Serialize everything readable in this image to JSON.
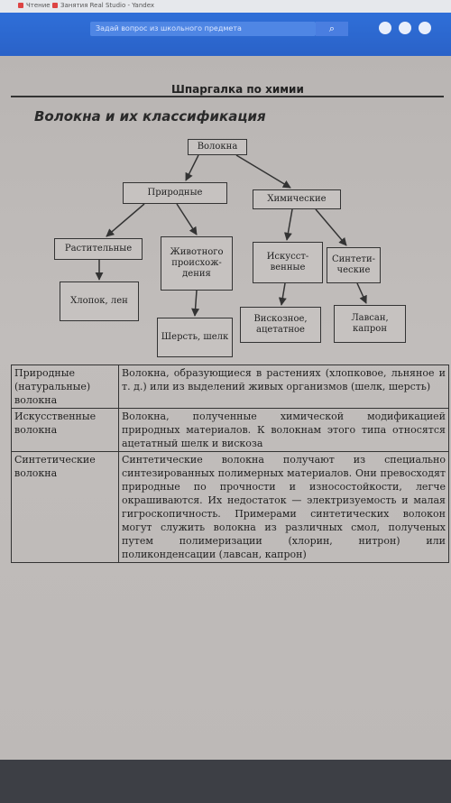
{
  "browser": {
    "tabs": [
      "Чтение",
      "Занятия Real Studio - Yandex"
    ],
    "search_text": "Задай вопрос из школьного предмета",
    "search_icon": "search-icon"
  },
  "page": {
    "running_head": "Шпаргалка по химии",
    "section_title": "Волокна и их классификация"
  },
  "diagram": {
    "root": "Волокна",
    "natural": "Природные",
    "chemical": "Химические",
    "plant": "Растительные",
    "animal": "Животного происхож­дения",
    "artificial": "Искусст­венные",
    "synthetic": "Синтети­ческие",
    "cotton": "Хлопок, лен",
    "wool": "Шерсть, шелк",
    "viscose": "Вискозное, ацетатное",
    "lavsan": "Лавсан, капрон"
  },
  "table": [
    {
      "term": "Природные (натуральные) волокна",
      "desc": "Волокна, образующиеся в растениях (хлопковое, льняное и т. д.) или из выделений живых организмов (шелк, шерсть)"
    },
    {
      "term": "Искусственные волокна",
      "desc": "Волокна, полученные химической модификацией природных материалов. К волокнам этого типа относятся ацетатный шелк и вискоза"
    },
    {
      "term": "Синтетические волокна",
      "desc": "Синтетические волокна получают из специально синтезированных полимерных материалов. Они превосходят природные по прочности и износостойкости, легче окрашиваются. Их недостаток — электризуемость и малая гигроскопичность. Примерами синтетических волокон могут служить волокна из различных смол, полученых путем полимеризации (хлорин, нитрон) или поликонденсации (лавсан, капрон)"
    }
  ]
}
